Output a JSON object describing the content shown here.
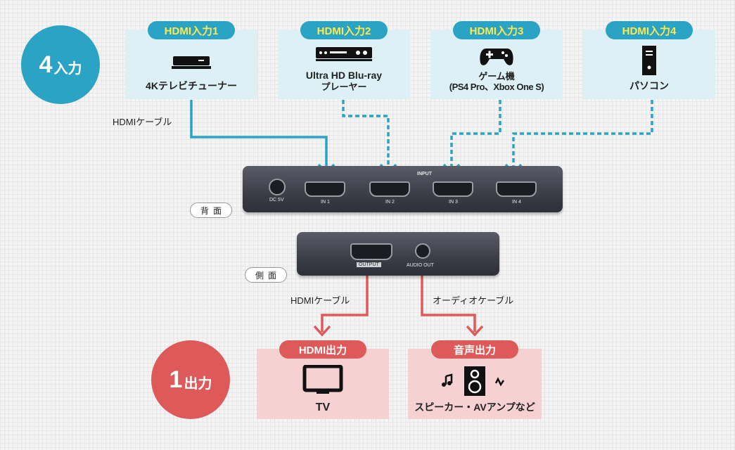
{
  "inputs_circle": {
    "number": "4",
    "label": "入力",
    "color": "#2aa3c4"
  },
  "outputs_circle": {
    "number": "1",
    "label": "出力",
    "color": "#de5959"
  },
  "inputs": [
    {
      "tag": "HDMI入力1",
      "name_lines": [
        "4Kテレビチューナー"
      ],
      "icon": "tv-tuner-icon"
    },
    {
      "tag": "HDMI入力2",
      "name_lines": [
        "Ultra HD Blu-ray",
        "プレーヤー"
      ],
      "icon": "bluray-player-icon"
    },
    {
      "tag": "HDMI入力3",
      "name_lines": [
        "ゲーム機",
        "(PS4 Pro、Xbox One S)"
      ],
      "icon": "gamepad-icon"
    },
    {
      "tag": "HDMI入力4",
      "name_lines": [
        "パソコン"
      ],
      "icon": "pc-tower-icon"
    }
  ],
  "cable_label_input": "HDMIケーブル",
  "back_panel": {
    "tag": "背面",
    "section_label": "INPUT",
    "power_label": "DC 5V",
    "ports": [
      "IN 1",
      "IN 2",
      "IN 3",
      "IN 4"
    ]
  },
  "side_panel": {
    "tag": "側面",
    "output_label": "OUTPUT",
    "audio_label": "AUDIO OUT"
  },
  "cable_label_hdmi_out": "HDMIケーブル",
  "cable_label_audio_out": "オーディオケーブル",
  "outputs": [
    {
      "tag": "HDMI出力",
      "name": "TV",
      "icon": "tv-monitor-icon"
    },
    {
      "tag": "音声出力",
      "name": "スピーカー・AVアンプなど",
      "icon": "speaker-icon"
    }
  ],
  "colors": {
    "input_accent": "#2aa3c4",
    "input_tag_text": "#ffe94d",
    "output_accent": "#de5959",
    "input_box": "#dcf0f5",
    "output_box": "#f6d1d1"
  }
}
